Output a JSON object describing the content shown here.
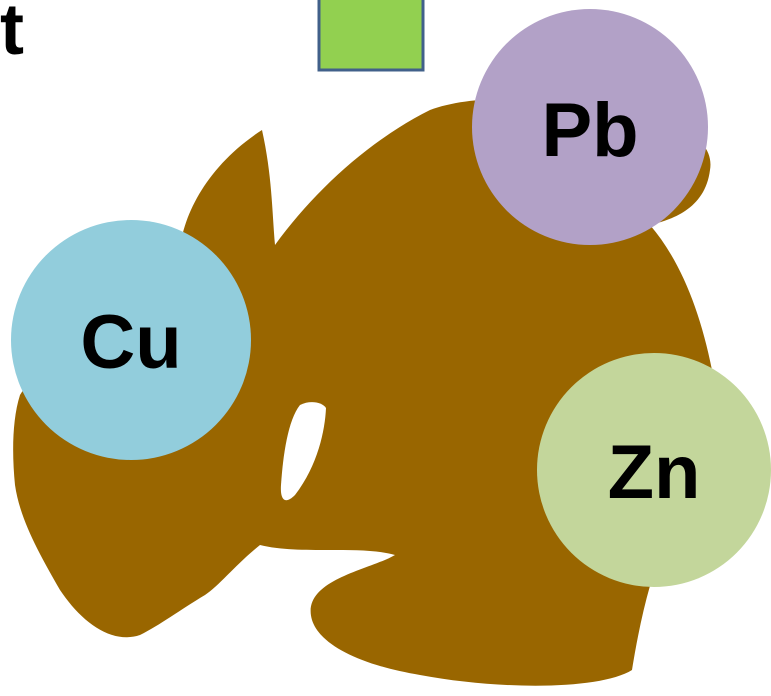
{
  "heading_fragment": "t",
  "colors": {
    "ore_body": "#996600",
    "square_fill": "#92d050",
    "square_stroke": "#41608a"
  },
  "metals": [
    {
      "label": "Pb",
      "color": "#b2a1c7"
    },
    {
      "label": "Cu",
      "color": "#92cddc"
    },
    {
      "label": "Zn",
      "color": "#c3d69b"
    }
  ]
}
